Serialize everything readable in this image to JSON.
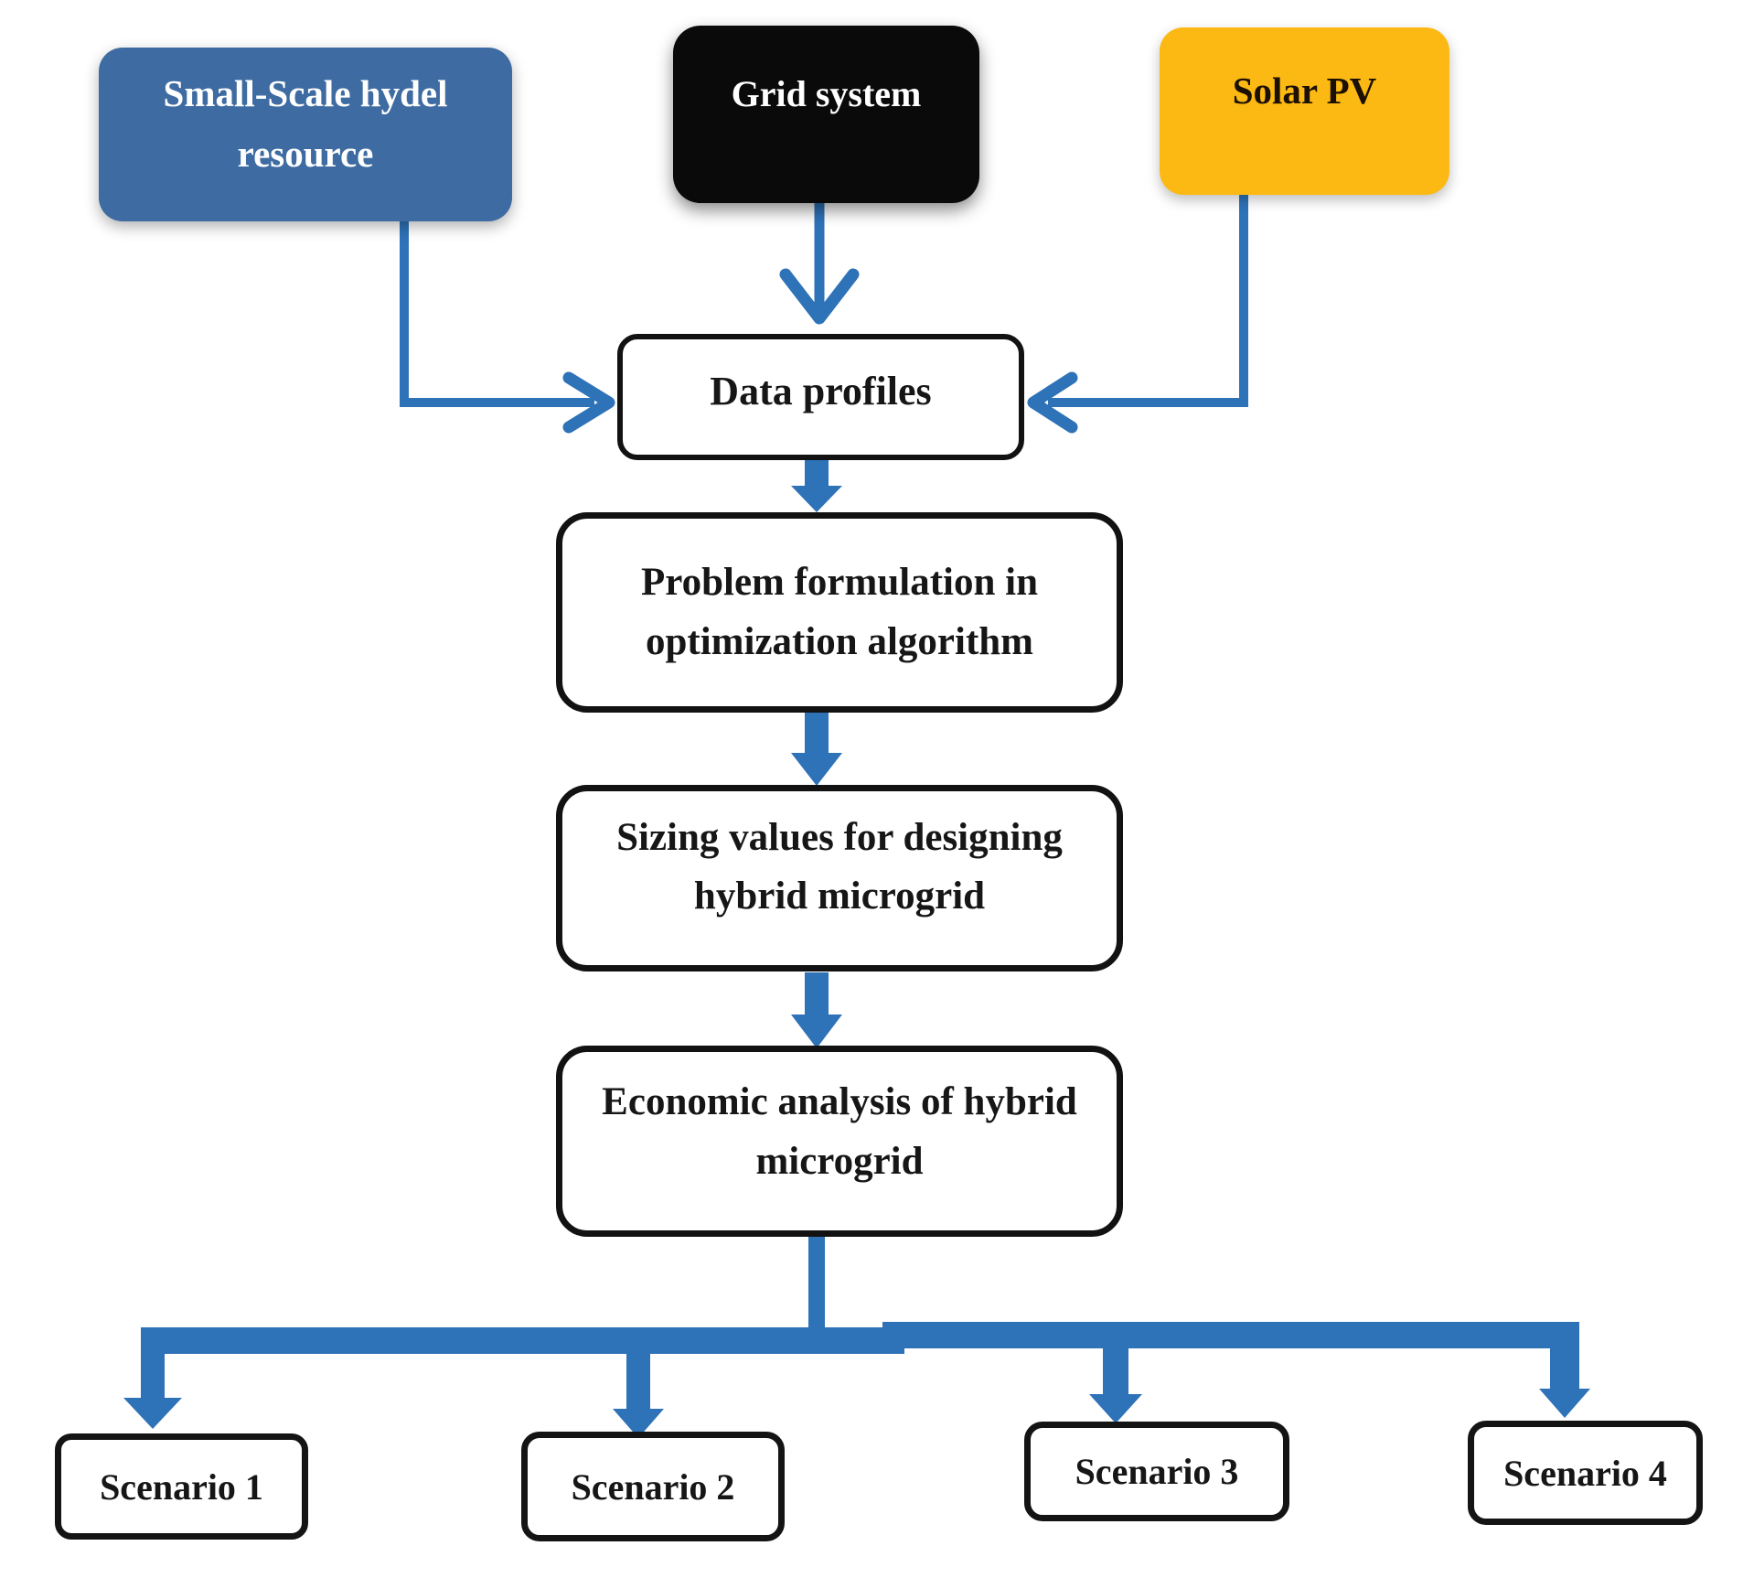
{
  "diagram": {
    "title": "Hybrid microgrid design methodology flowchart",
    "nodes": {
      "hydel": {
        "label": "Small-Scale hydel resource",
        "lines": [
          "Small-Scale hydel",
          "resource"
        ],
        "fill": "#3e6ba1",
        "text_color": "#ffffff"
      },
      "grid": {
        "label": "Grid system",
        "lines": [
          "Grid system"
        ],
        "fill": "#0a0a0a",
        "text_color": "#ffffff"
      },
      "solar": {
        "label": "Solar PV",
        "lines": [
          "Solar PV"
        ],
        "fill": "#fdb913",
        "text_color": "#1b1003"
      },
      "data_profiles": {
        "label": "Data profiles",
        "lines": [
          "Data profiles"
        ],
        "fill": "#ffffff",
        "text_color": "#161616"
      },
      "problem": {
        "label": "Problem formulation in optimization algorithm",
        "lines": [
          "Problem formulation in",
          "optimization algorithm"
        ],
        "fill": "#ffffff",
        "text_color": "#161616"
      },
      "sizing": {
        "label": "Sizing values for designing hybrid microgrid",
        "lines": [
          "Sizing values for designing",
          "hybrid microgrid"
        ],
        "fill": "#ffffff",
        "text_color": "#161616"
      },
      "economic": {
        "label": "Economic analysis of hybrid microgrid",
        "lines": [
          "Economic analysis of hybrid",
          "microgrid"
        ],
        "fill": "#ffffff",
        "text_color": "#161616"
      },
      "scenario1": {
        "label": "Scenario 1",
        "lines": [
          "Scenario 1"
        ]
      },
      "scenario2": {
        "label": "Scenario 2",
        "lines": [
          "Scenario 2"
        ]
      },
      "scenario3": {
        "label": "Scenario 3",
        "lines": [
          "Scenario 3"
        ]
      },
      "scenario4": {
        "label": "Scenario 4",
        "lines": [
          "Scenario 4"
        ]
      }
    },
    "colors": {
      "connector_blue": "#2e72b8",
      "node_border": "#121212",
      "background": "#ffffff"
    },
    "edges": [
      "Small-Scale hydel resource -> Data profiles",
      "Grid system -> Data profiles",
      "Solar PV -> Data profiles",
      "Data profiles -> Problem formulation in optimization algorithm",
      "Problem formulation in optimization algorithm -> Sizing values for designing hybrid microgrid",
      "Sizing values for designing hybrid microgrid -> Economic analysis of hybrid microgrid",
      "Economic analysis of hybrid microgrid -> Scenario 1",
      "Economic analysis of hybrid microgrid -> Scenario 2",
      "Economic analysis of hybrid microgrid -> Scenario 3",
      "Economic analysis of hybrid microgrid -> Scenario 4"
    ]
  }
}
